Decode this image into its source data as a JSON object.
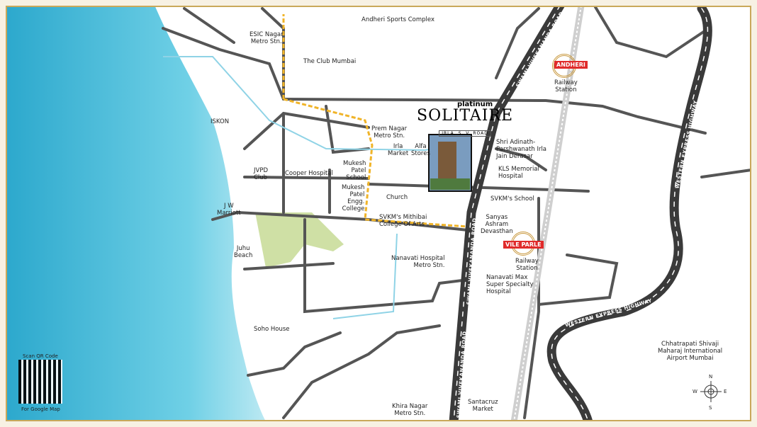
{
  "logo": {
    "brand": "platinum",
    "name": "SOLITAIRE",
    "subtitle": "IRLA, S. V. ROAD"
  },
  "places": [
    "Andheri Sports Complex",
    "ESIC Nagar\nMetro Stn.",
    "The Club Mumbai",
    "ISKON",
    "Prem Nagar\nMetro Stn.",
    "Irla\nMarket",
    "Alfa\nStores",
    "Shri Adinath-\nParshwanath Irla\nJain Derasar",
    "KLS Memorial\nHospital",
    "JVPD\nClub",
    "Cooper Hospital",
    "Mukesh\nPatel\nSchool",
    "Mukesh\nPatel\nEngg.\nCollege",
    "Church",
    "SVKM's School",
    "SVKM's Mithibai\nCollege Of Arts",
    "J W\nMarriott",
    "Sanyas\nAshram\nDevasthan",
    "Nanavati Hospital\nMetro Stn.",
    "Juhu\nBeach",
    "Nanavati Max\nSuper Specialty\nHospital",
    "Soho House",
    "Chhatrapati Shivaji\nMaharaj International\nAirport Mumbai",
    "Khira Nagar\nMetro Stn.",
    "Santacruz\nMarket"
  ],
  "stations": {
    "andheri": {
      "name": "ANDHERI",
      "sub": "Railway\nStation"
    },
    "vile_parle": {
      "name": "VILE PARLE",
      "sub": "Railway\nStation"
    }
  },
  "roads": {
    "sv_road": "SWAMI VIVEKANANDA ROAD",
    "weh": "WESTERN EXPRESS HIGHWAY"
  },
  "qr": {
    "title": "Scan QR Code",
    "caption": "For Google Map"
  },
  "compass": {
    "n": "N",
    "s": "S",
    "e": "E",
    "w": "W"
  },
  "icons": [
    "metro-station-icon",
    "hospital-icon",
    "school-icon",
    "church-icon",
    "temple-icon",
    "tree-icon",
    "airport-icon",
    "compass-icon"
  ],
  "colors": {
    "sea": "#3fb6d6",
    "road": "#555555",
    "highway": "#3a3a3a",
    "metro": "#f0b429",
    "accent": "#e02b2b",
    "gold": "#c9a85a",
    "park": "#cfe0a5"
  }
}
